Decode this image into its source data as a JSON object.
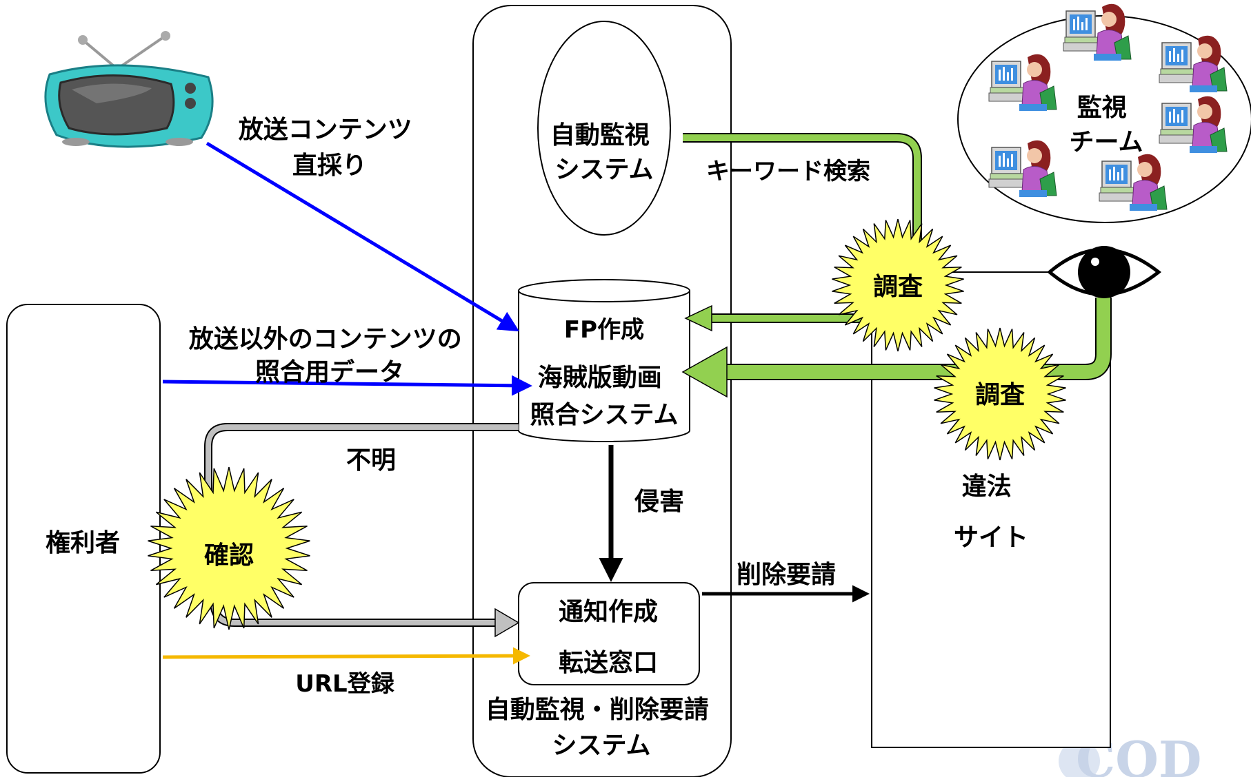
{
  "labels": {
    "broadcast_capture": [
      "放送コンテンツ",
      "直採り"
    ],
    "non_broadcast_data": [
      "放送以外のコンテンツの",
      "照合用データ"
    ],
    "rights_holder": "権利者",
    "auto_monitor": [
      "自動監視",
      "システム"
    ],
    "keyword_search": "キーワード検索",
    "fp_create": "FP作成",
    "pirate_match": [
      "海賊版動画",
      "照合システム"
    ],
    "unknown": "不明",
    "infringement": "侵害",
    "confirm": "確認",
    "notify": "通知作成",
    "forward": "転送窓口",
    "url_register": "URL登録",
    "delete_request": "削除要請",
    "system_title": [
      "自動監視・削除要請",
      "システム"
    ],
    "investigate_1": "調査",
    "investigate_2": "調査",
    "illegal_site": [
      "違法",
      "サイト"
    ],
    "monitor_team": [
      "監視",
      "チーム"
    ],
    "logo": "COD"
  },
  "colors": {
    "blue_arrow": "#0000ff",
    "green_arrow": "#92d050",
    "gray_arrow": "#c0c0c0",
    "yellow_arrow": "#f5b800",
    "starburst": "#ffff66",
    "tv_body": "#3cc8c8",
    "person_shirt": "#b85cc8",
    "monitor_screen": "#3f8fe0"
  }
}
